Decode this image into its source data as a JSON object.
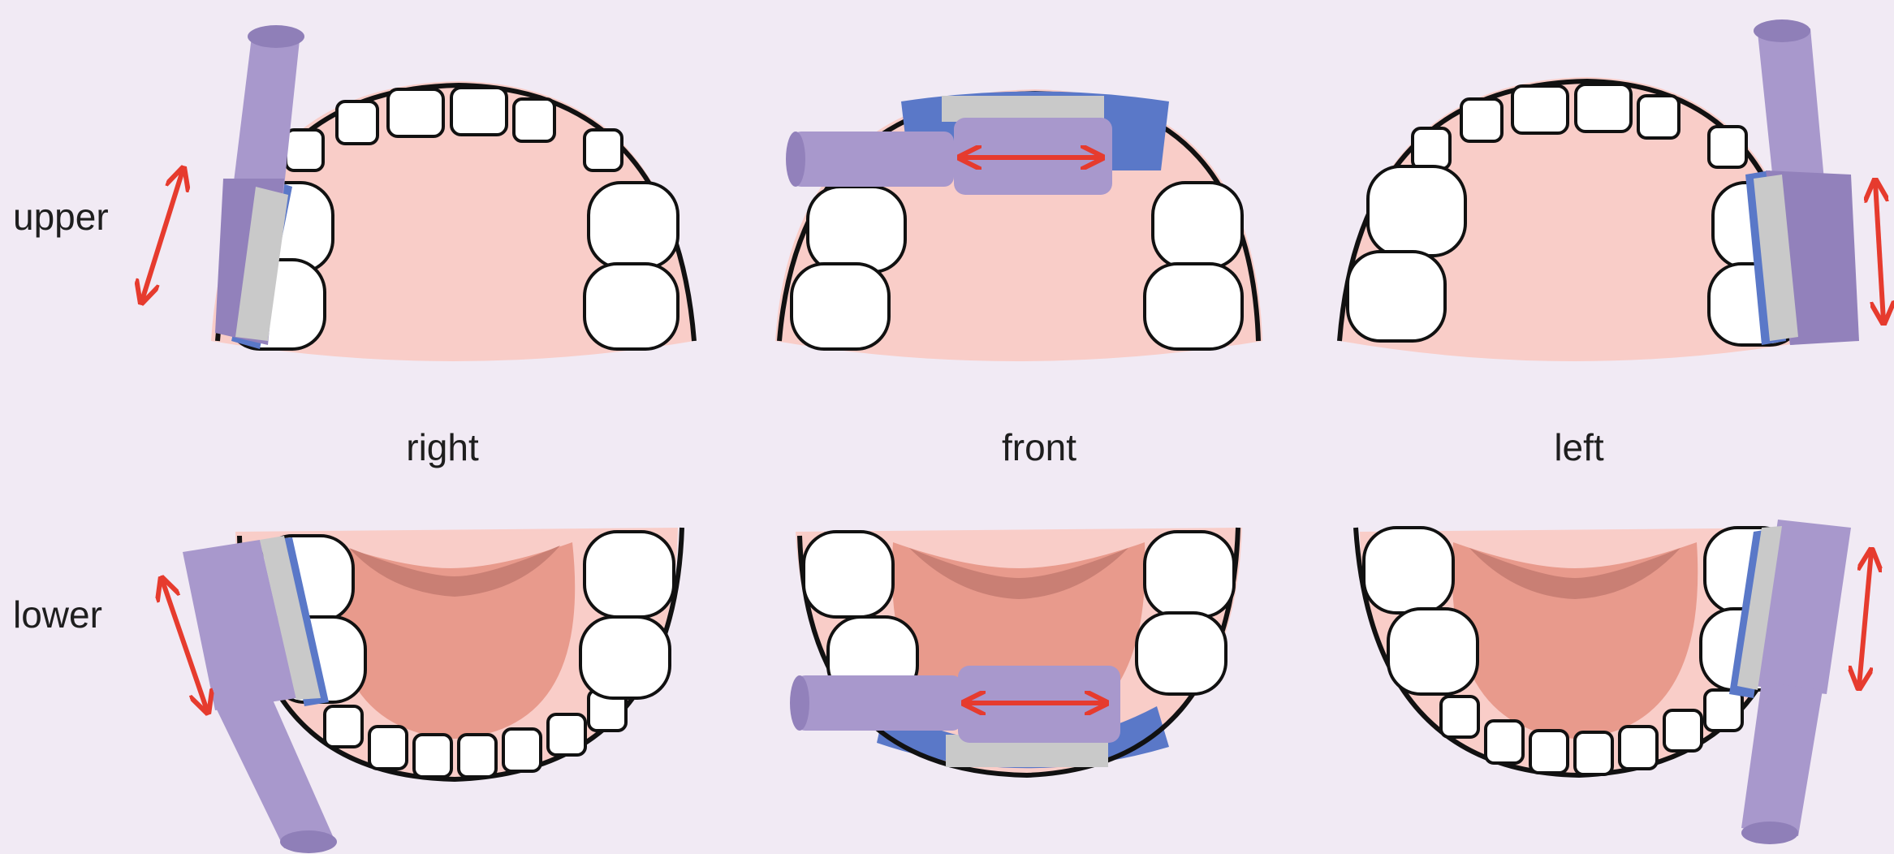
{
  "labels": {
    "upper": "upper",
    "lower": "lower",
    "right": "right",
    "front": "front",
    "left": "left"
  },
  "colors": {
    "background": "#f1eaf4",
    "gum": "#f9cdc8",
    "tongue": "#e89a8c",
    "tongue_shadow": "#c97f74",
    "tooth": "#ffffff",
    "outline": "#111111",
    "brush_handle": "#a898cc",
    "brush_handle_dark": "#9281bb",
    "brush_bristles": "#c9c9c9",
    "brushed_highlight": "#5a78c8",
    "arrow": "#e63b2e"
  },
  "panels": [
    {
      "arch": "upper",
      "side": "right",
      "brush": "vertical",
      "motion": "up-down"
    },
    {
      "arch": "upper",
      "side": "front",
      "brush": "horizontal",
      "motion": "left-right"
    },
    {
      "arch": "upper",
      "side": "left",
      "brush": "vertical",
      "motion": "up-down"
    },
    {
      "arch": "lower",
      "side": "right",
      "brush": "vertical",
      "motion": "up-down"
    },
    {
      "arch": "lower",
      "side": "front",
      "brush": "horizontal",
      "motion": "left-right"
    },
    {
      "arch": "lower",
      "side": "left",
      "brush": "vertical",
      "motion": "up-down"
    }
  ]
}
